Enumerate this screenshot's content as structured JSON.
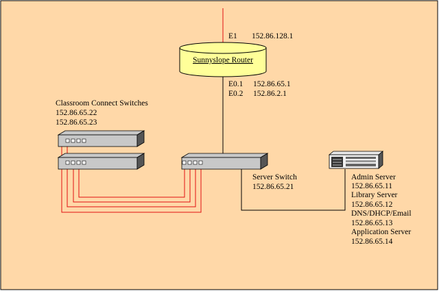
{
  "colors": {
    "background": "#FFD8A8",
    "border": "#000000",
    "uplink": "#E01010",
    "patch": "#E01010",
    "link": "#000000",
    "router_fill": "#FFFF99",
    "device_fill": "#C8C8C8",
    "device_dark": "#555555",
    "port_fill": "#FFFFFF"
  },
  "router": {
    "name": "Sunnyslope Router",
    "wan": {
      "iface": "E1",
      "ip": "152.86.128.1"
    },
    "lan": [
      {
        "iface": "E0.1",
        "ip": "152.86.65.1"
      },
      {
        "iface": "E0.2",
        "ip": "152.86.2.1"
      }
    ]
  },
  "classroom": {
    "title": "Classroom Connect Switches",
    "ips": [
      "152.86.65.22",
      "152.86.65.23"
    ]
  },
  "server_switch": {
    "title": "Server Switch",
    "ip": "152.86.65.21"
  },
  "servers": [
    {
      "name": "Admin Server",
      "ip": "152.86.65.11"
    },
    {
      "name": "Library Server",
      "ip": "152.86.65.12"
    },
    {
      "name": "DNS/DHCP/Email",
      "ip": "152.86.65.13"
    },
    {
      "name": "Application Server",
      "ip": "152.86.65.14"
    }
  ]
}
